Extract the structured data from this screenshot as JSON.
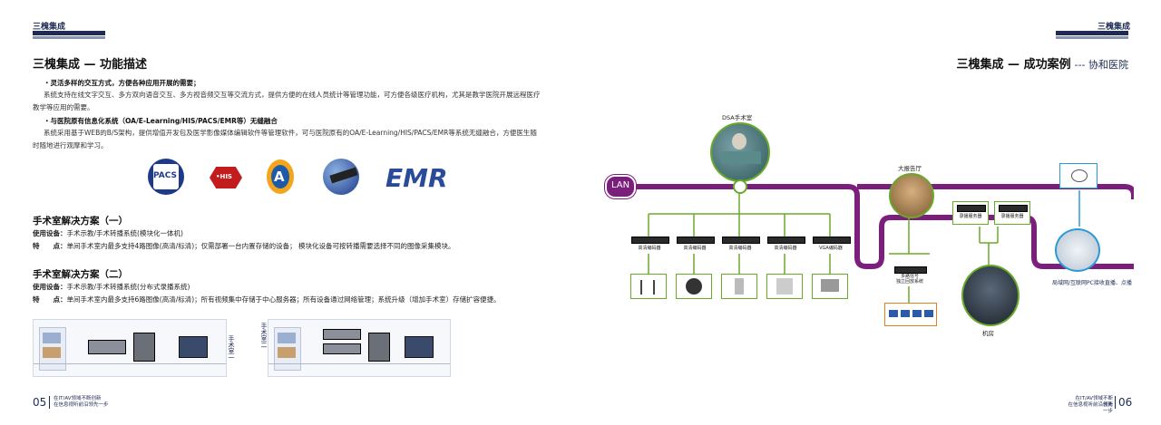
{
  "left": {
    "header": "三槐集成",
    "title": "三槐集成 — 功能描述",
    "section1_heading": "・灵活多样的交互方式，方便各种应用开展的需要；",
    "section1_line1": "系统支持在线文字交互、多方双向语音交互、多方视音频交互等交流方式，提供方便的在线人员统计等管理功能，可方便各级医疗机构，尤其是教学医院开展远程医疗",
    "section1_line2": "教学等应用的需要。",
    "section2_heading": "・与医院原有信息化系统（OA/E-Learning/HIS/PACS/EMR等）无缝融合",
    "section2_line1": "系统采用基于WEB的B/S架构，提供增值开发包及医学影像媒体编辑软件等管理软件，可与医院原有的OA/E-Learning/HIS/PACS/EMR等系统无缝融合，方便医生随",
    "section2_line2": "时随地进行观摩和学习。",
    "logos": {
      "pacs": "PACS",
      "his": "•HIS",
      "a": "A",
      "emr": "EMR"
    },
    "plan1": {
      "title": "手术室解决方案（一）",
      "equip_label": "使用设备：",
      "equip": "手术示教/手术转播系统(模块化一体机)",
      "feat_label": "特　　点：",
      "feat": "单间手术室内最多支持4路图像(高清/标清)；仅需部署一台内置存储的设备； 模块化设备可按转播需要选择不同的图像采集模块。"
    },
    "plan2": {
      "title": "手术室解决方案（二）",
      "equip_label": "使用设备：",
      "equip": "手术示教/手术转播系统(分布式录播系统)",
      "feat_label": "特　　点：",
      "feat": "单间手术室内最多支持6路图像(高清/标清)；所有视频集中存储于中心服务器；所有设备通过网络管理；系统升级（增加手术室）存储扩容便捷。"
    },
    "room_label": "手术室一",
    "room_label2": "手术室二",
    "page_num": "05",
    "slogan1": "在IT/AV领域不断创新",
    "slogan2": "在信息视听前沿领先一步"
  },
  "right": {
    "header": "三槐集成",
    "title": "三槐集成 — 成功案例",
    "subtitle": "--- 协和医院",
    "lan": "LAN",
    "dsa": "DSA手术室",
    "hall": "大报告厅",
    "encoder": "高清编码器",
    "vga_encoder": "VGA编码器",
    "recorder": "录播服务器",
    "multi": "多路信号",
    "multi2": "独立回放系统",
    "machine_room": "机房",
    "internet": "局域网/互联网PC接收直播、点播",
    "page_num": "06",
    "slogan1": "在IT/AV领域不断创新",
    "slogan2": "在信息视听前沿领先一步"
  }
}
